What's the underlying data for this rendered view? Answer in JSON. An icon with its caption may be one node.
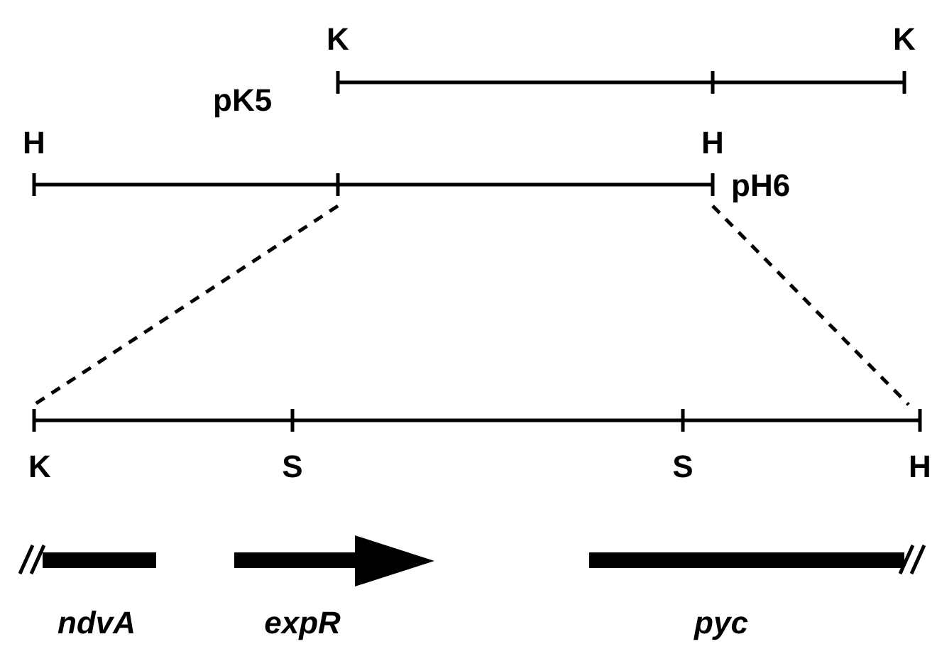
{
  "diagram": {
    "nodes": [
      {
        "text": [
          "pK5"
        ]
      },
      {
        "text": [
          "pH6"
        ]
      },
      {
        "text": [],
        "shape": "bar"
      }
    ],
    "edges": [
      {
        "from": 1,
        "to": 2,
        "arrow": "none",
        "style": "dashed"
      },
      {
        "from": 1,
        "to": 2,
        "arrow": "none",
        "style": "dashed"
      }
    ],
    "labels": [
      "K",
      "K",
      "H",
      "H",
      "K",
      "S",
      "S",
      "H",
      "ndvA",
      "expR",
      "pyc"
    ]
  }
}
